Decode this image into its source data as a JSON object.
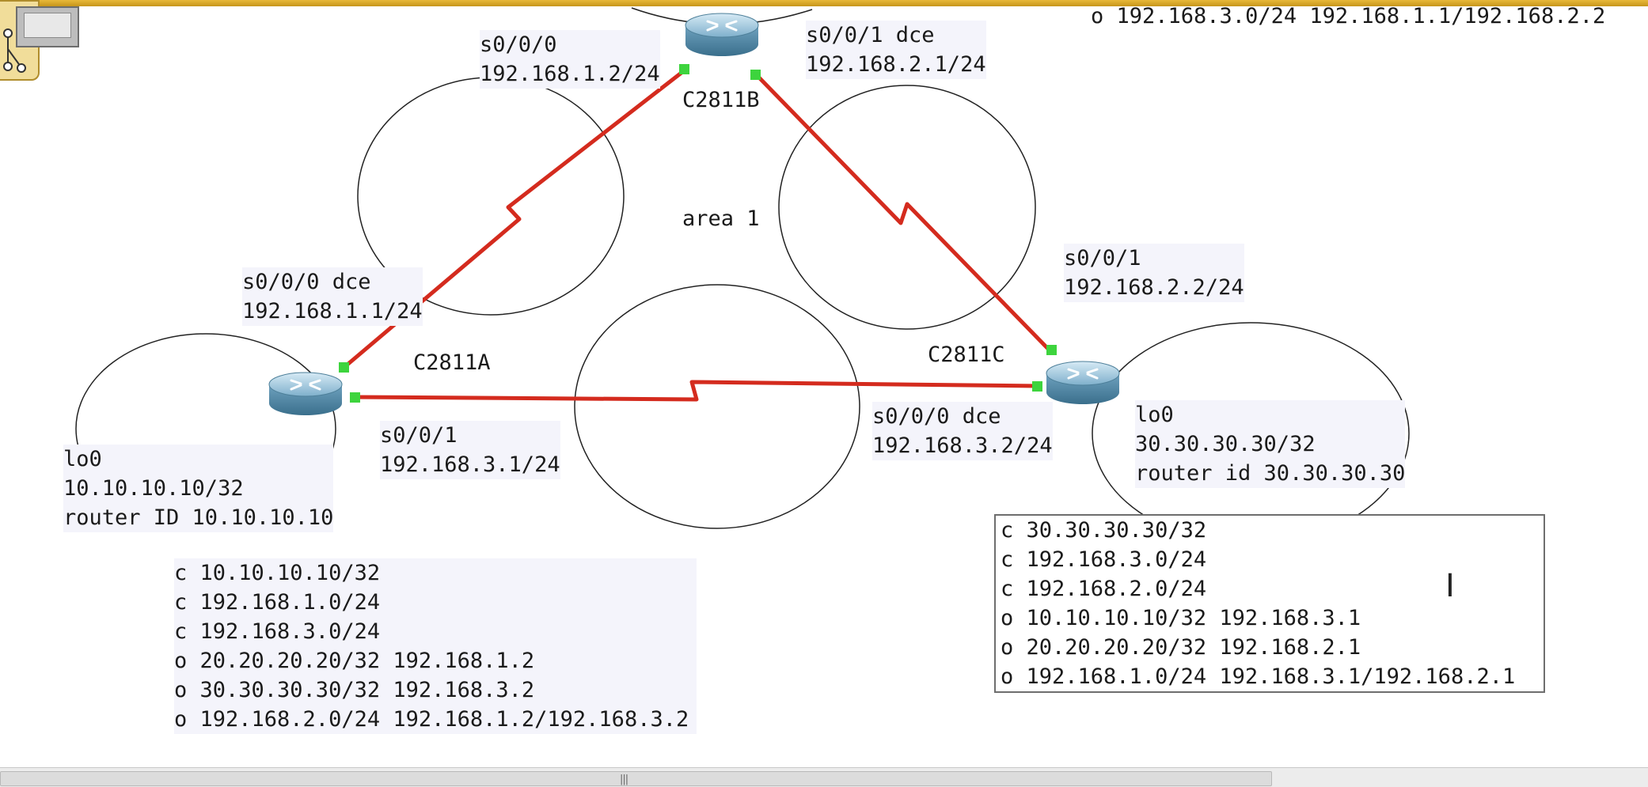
{
  "area_label": "area 1",
  "routers": {
    "a": {
      "name": "C2811A"
    },
    "b": {
      "name": "C2811B"
    },
    "c": {
      "name": "C2811C"
    }
  },
  "interfaces": {
    "b_s000": [
      "s0/0/0",
      "192.168.1.2/24"
    ],
    "b_s001": [
      "s0/0/1 dce",
      "192.168.2.1/24"
    ],
    "a_s000": [
      "s0/0/0 dce",
      "192.168.1.1/24"
    ],
    "a_s001": [
      "s0/0/1",
      "192.168.3.1/24"
    ],
    "c_s001": [
      "s0/0/1",
      "192.168.2.2/24"
    ],
    "c_s000": [
      "s0/0/0 dce",
      "192.168.3.2/24"
    ]
  },
  "loopbacks": {
    "a": [
      "lo0",
      "10.10.10.10/32",
      "router ID 10.10.10.10"
    ],
    "c": [
      "lo0",
      "30.30.30.30/32",
      "router id 30.30.30.30"
    ]
  },
  "routing_tables": {
    "a": [
      "c 10.10.10.10/32",
      "c 192.168.1.0/24",
      "c 192.168.3.0/24",
      "o 20.20.20.20/32 192.168.1.2",
      "o 30.30.30.30/32 192.168.3.2",
      "o 192.168.2.0/24 192.168.1.2/192.168.3.2"
    ],
    "c": [
      "c 30.30.30.30/32",
      "c 192.168.3.0/24",
      "c 192.168.2.0/24",
      "o 10.10.10.10/32 192.168.3.1",
      "o 20.20.20.20/32 192.168.2.1",
      "o 192.168.1.0/24 192.168.3.1/192.168.2.1"
    ],
    "b_partial": "o 192.168.3.0/24 192.168.1.1/192.168.2.2"
  },
  "colors": {
    "serial_link": "#d42b1e",
    "port_up": "#3dd43d",
    "router_body": "#5f97b4"
  },
  "icons": [
    "router-icon",
    "topology-tool-icon",
    "pc-monitor-icon",
    "text-cursor-icon"
  ]
}
